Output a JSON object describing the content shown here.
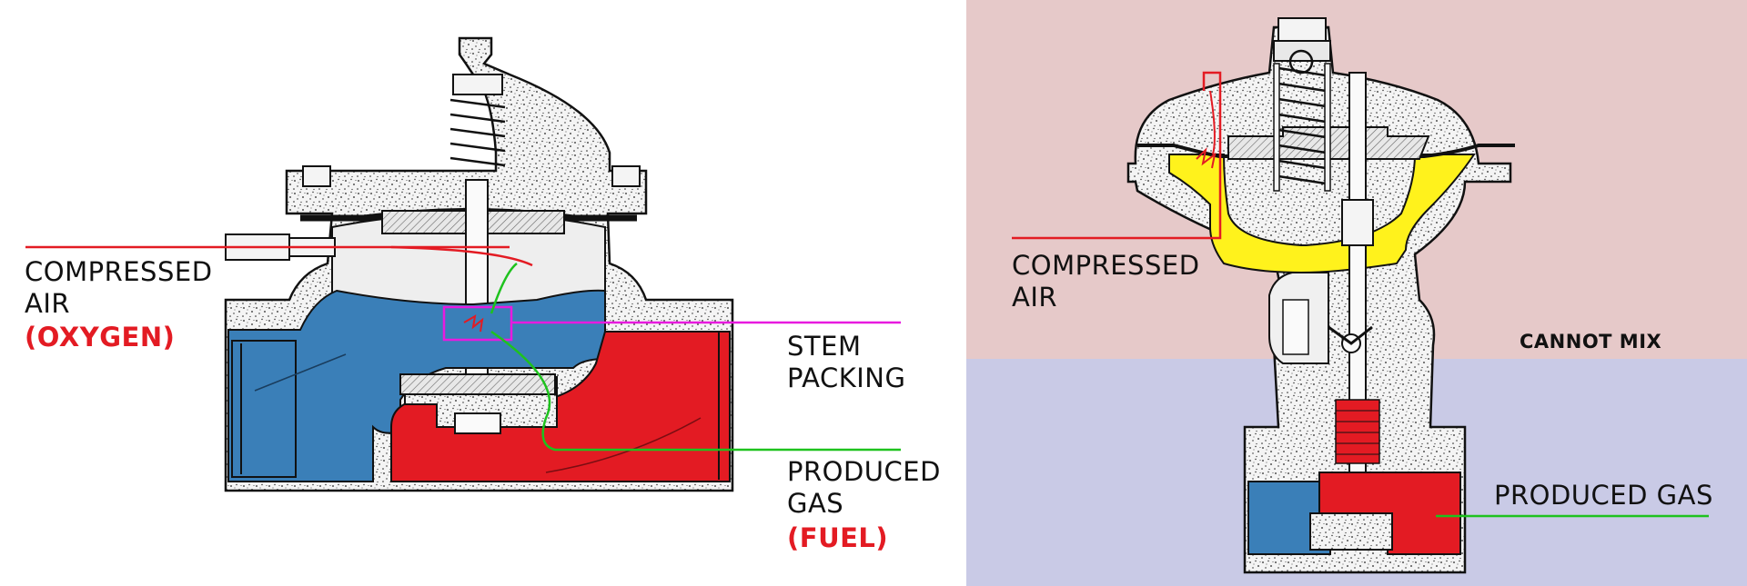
{
  "left_diagram": {
    "compressed_air": [
      "COMPRESSED",
      "AIR"
    ],
    "oxygen": "(OXYGEN)",
    "stem_packing": [
      "STEM",
      "PACKING"
    ],
    "produced_gas": [
      "PRODUCED",
      "GAS"
    ],
    "fuel": "(FUEL)"
  },
  "right_diagram": {
    "compressed_air": [
      "COMPRESSED",
      "AIR"
    ],
    "cannot_mix": "CANNOT MIX",
    "produced_gas": "PRODUCED GAS"
  },
  "colors": {
    "air_line": "#e31b23",
    "gas_line": "#1ec21e",
    "packing_line": "#e81adf",
    "water_blue": "#3a7fb8",
    "fuel_red": "#e31b23",
    "diaphragm_yellow": "#fff21c",
    "top_panel": "#e6c9c9",
    "bottom_panel": "#c9cae6"
  }
}
